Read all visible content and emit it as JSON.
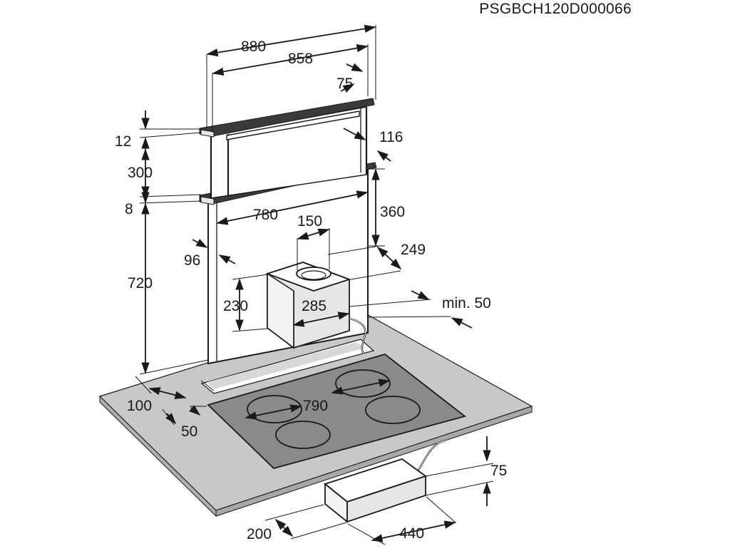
{
  "reference_code": "PSGBCH120D000066",
  "dimensions": {
    "total_width": "880",
    "inner_width": "858",
    "top_depth": "75",
    "side_depth": "116",
    "lid_thickness": "12",
    "extension_height": "300",
    "trim_thickness": "8",
    "body_width": "780",
    "outlet_diameter": "150",
    "height_to_top": "360",
    "motor_depth": "249",
    "body_depth": "96",
    "body_height": "720",
    "motor_height": "230",
    "motor_width": "285",
    "min_clearance": "min. 50",
    "hob_width": "790",
    "front_margin": "100",
    "offset": "50",
    "fan_height": "75",
    "fan_depth": "200",
    "fan_width": "440"
  },
  "colors": {
    "line": "#1a1a1a",
    "worktop": "#c8c8c8",
    "hob": "#8a8a8a",
    "unit_light": "#e6e6e6",
    "unit_dark": "#3a3a3a"
  }
}
